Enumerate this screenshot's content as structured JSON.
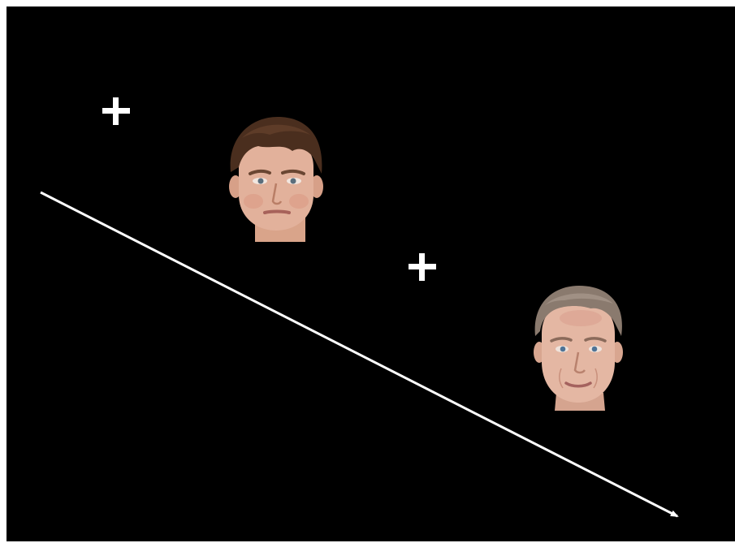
{
  "colors": {
    "background": "#000000",
    "page_border": "#ffffff",
    "fixation": "#ffffff",
    "timeline_arrow": "#ffffff"
  },
  "trial_sequence": [
    {
      "type": "fixation-cross",
      "icon": "plus-icon"
    },
    {
      "type": "face",
      "description": "young-male-face"
    },
    {
      "type": "fixation-cross",
      "icon": "plus-icon"
    },
    {
      "type": "face",
      "description": "middle-aged-male-face"
    }
  ],
  "timeline": {
    "icon": "arrow-icon",
    "direction": "down-right"
  }
}
